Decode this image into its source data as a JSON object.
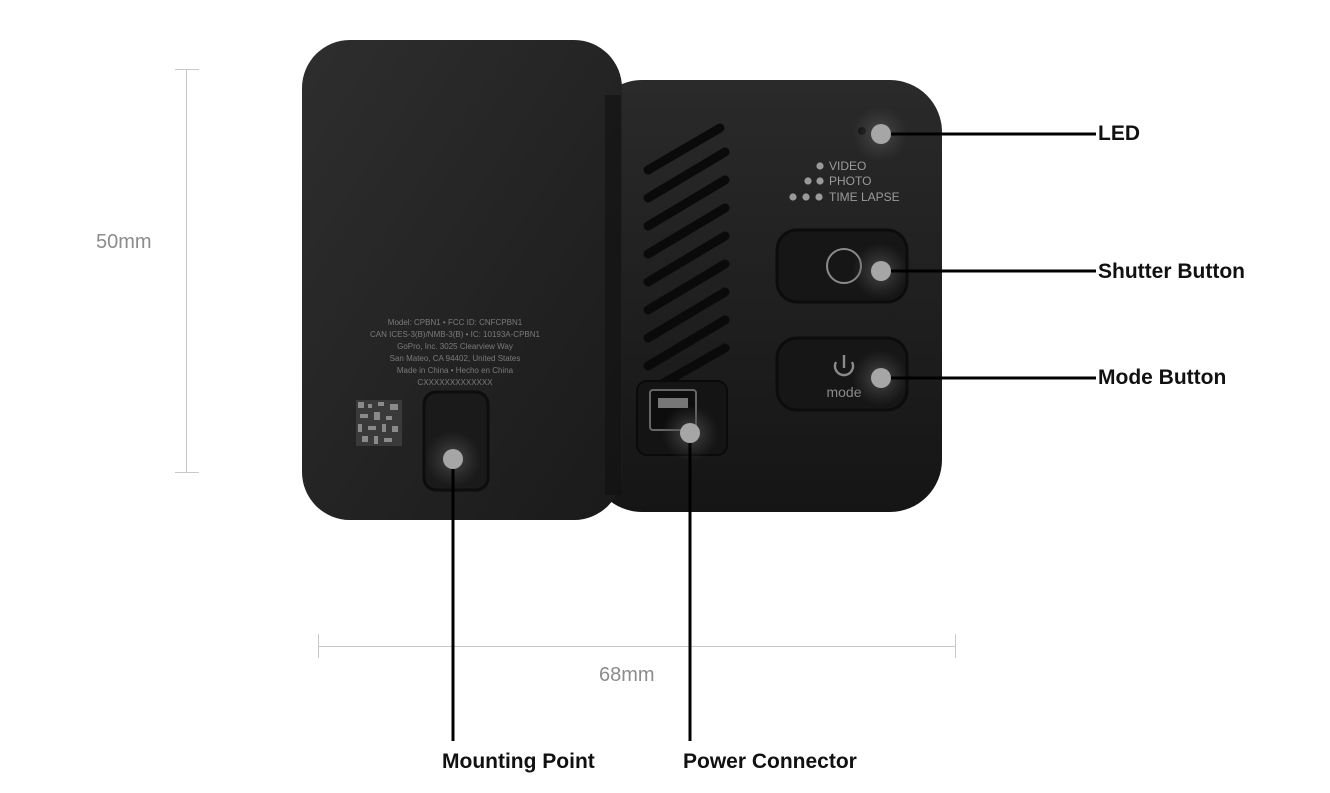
{
  "dimensions": {
    "height_label": "50mm",
    "width_label": "68mm"
  },
  "callouts": {
    "led": "LED",
    "shutter": "Shutter Button",
    "mode": "Mode Button",
    "mounting": "Mounting Point",
    "power": "Power Connector"
  },
  "device_printing": {
    "modes": [
      "VIDEO",
      "PHOTO",
      "TIME LAPSE"
    ],
    "mode_button_text": "mode",
    "regulatory_lines": [
      "Model: CPBN1 • FCC ID: CNFCPBN1",
      "CAN ICES-3(B)/NMB-3(B) • IC: 10193A-CPBN1",
      "GoPro, Inc. 3025 Clearview Way",
      "San Mateo, CA 94402, United States",
      "Made in China • Hecho en China",
      "CXXXXXXXXXXXXX"
    ]
  },
  "colors": {
    "device_body": "#1e1e1e",
    "device_panel": "#262626",
    "marker": "#a6a6a6",
    "leader": "#000000",
    "dimension": "#c8c8c8"
  }
}
